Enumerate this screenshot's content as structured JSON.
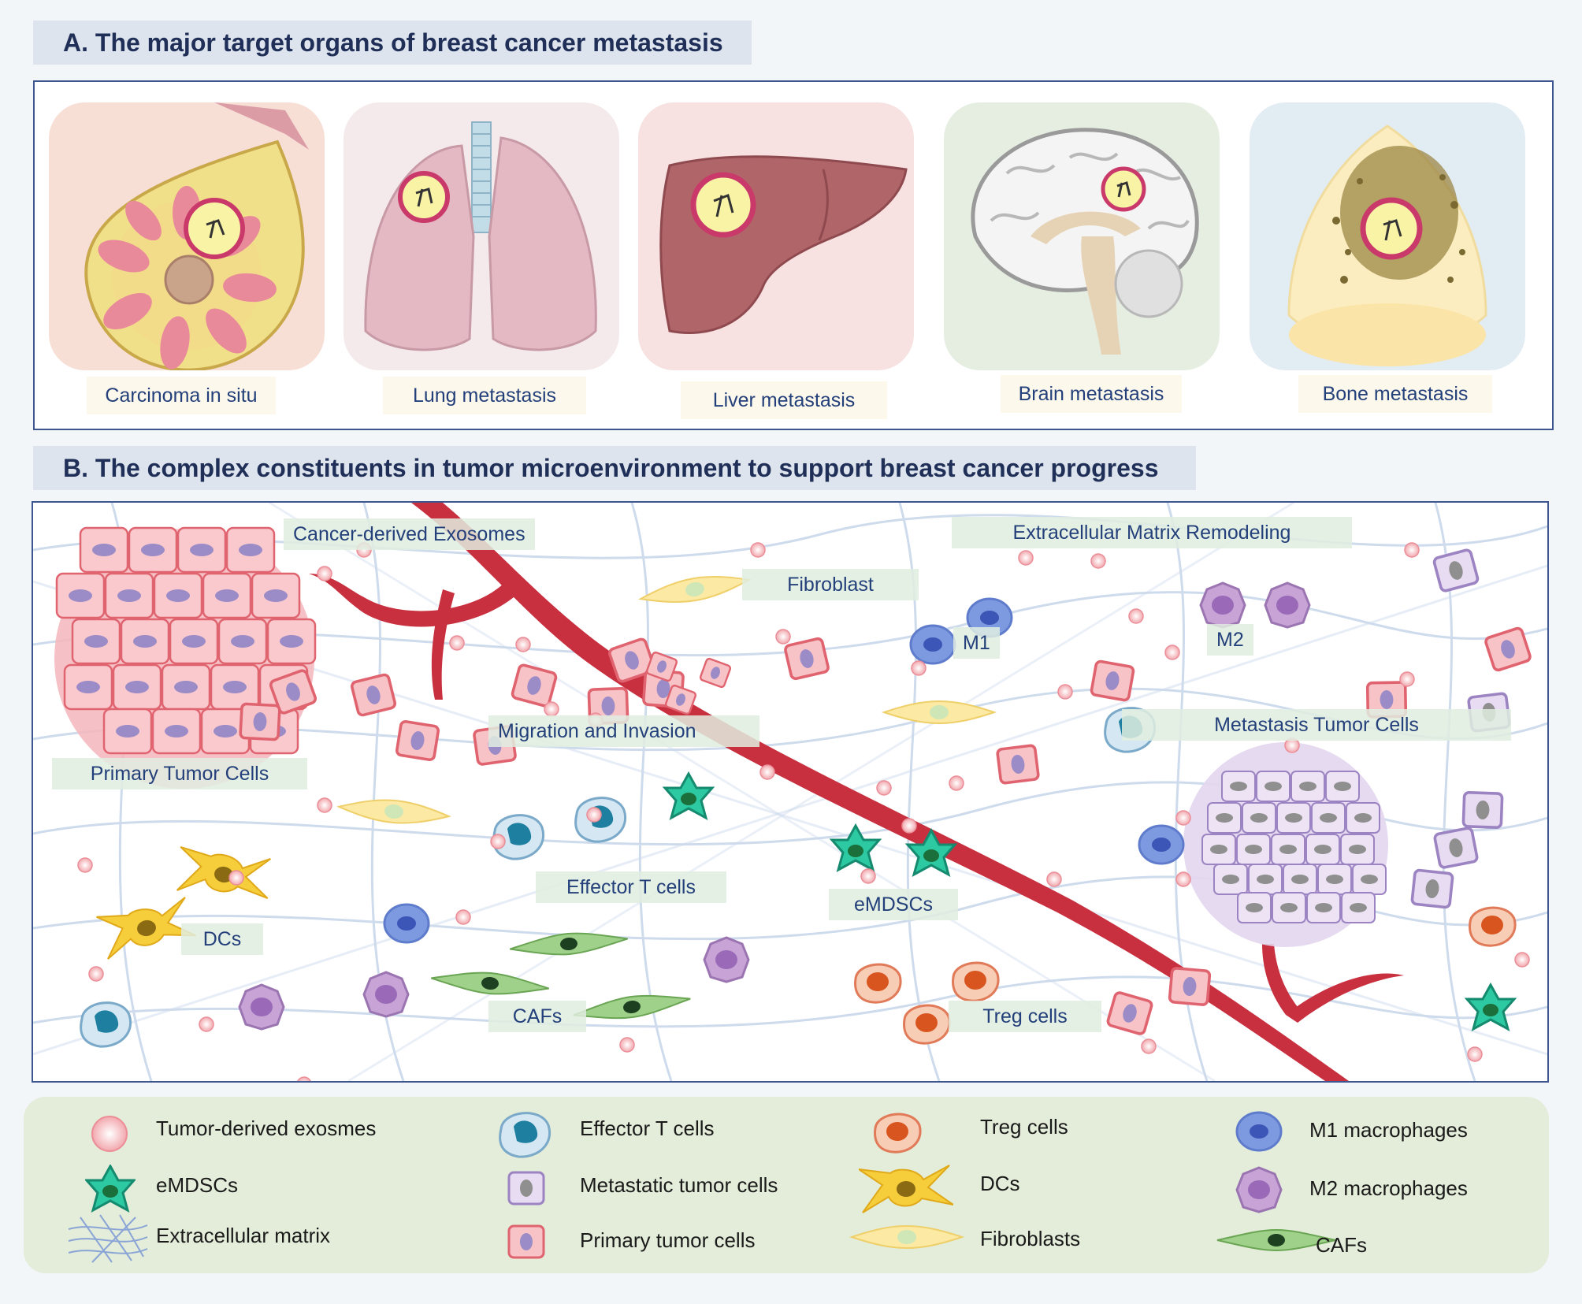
{
  "panel_a": {
    "title": "A. The major target organs of breast cancer metastasis",
    "organs": [
      {
        "label": "Carcinoma in situ",
        "icon": "breast-icon"
      },
      {
        "label": "Lung metastasis",
        "icon": "lungs-icon"
      },
      {
        "label": "Liver metastasis",
        "icon": "liver-icon"
      },
      {
        "label": "Brain metastasis",
        "icon": "brain-icon"
      },
      {
        "label": "Bone metastasis",
        "icon": "bone-icon"
      }
    ]
  },
  "panel_b": {
    "title": "B. The complex constituents in tumor microenvironment to support breast cancer progress",
    "labels": {
      "exosomes": "Cancer-derived Exosomes",
      "ecm": "Extracellular Matrix Remodeling",
      "fibroblast": "Fibroblast",
      "m1": "M1",
      "m2": "M2",
      "migration": "Migration and Invasion",
      "metastasis": "Metastasis Tumor Cells",
      "primary": "Primary Tumor Cells",
      "effector": "Effector T cells",
      "emdscs": "eMDSCs",
      "dcs": "DCs",
      "cafs": "CAFs",
      "treg": "Treg cells"
    }
  },
  "legend": [
    {
      "label": "Tumor-derived exosmes",
      "icon": "exosome-icon"
    },
    {
      "label": "eMDSCs",
      "icon": "emdsc-icon"
    },
    {
      "label": "Extracellular matrix",
      "icon": "ecm-icon"
    },
    {
      "label": "Effector T cells",
      "icon": "effector-t-cell-icon"
    },
    {
      "label": "Metastatic tumor cells",
      "icon": "metastatic-cell-icon"
    },
    {
      "label": "Primary tumor cells",
      "icon": "primary-cell-icon"
    },
    {
      "label": "Treg cells",
      "icon": "treg-cell-icon"
    },
    {
      "label": "DCs",
      "icon": "dendritic-cell-icon"
    },
    {
      "label": "Fibroblasts",
      "icon": "fibroblast-icon"
    },
    {
      "label": "M1 macrophages",
      "icon": "m1-macrophage-icon"
    },
    {
      "label": "M2 macrophages",
      "icon": "m2-macrophage-icon"
    },
    {
      "label": "CAFs",
      "icon": "caf-icon"
    }
  ],
  "colors": {
    "header_bg": "#dde4ee",
    "header_text": "#1f2f57",
    "frame": "#3e5690",
    "vessel": "#c8303f",
    "primary_tumor": "#f5b6bc",
    "metastatic_tumor": "#e3d6ee",
    "legend_bg": "#e3edd9"
  }
}
